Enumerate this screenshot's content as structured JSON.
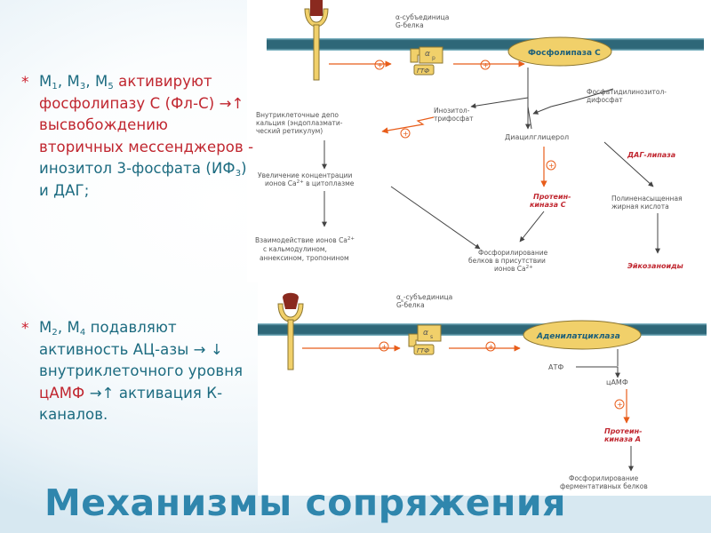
{
  "bullets": {
    "b1": {
      "m1": "M",
      "s1": "1",
      "sep1": ", M",
      "s3": "3",
      "sep2": ", M",
      "s5": "5",
      "text_a": " активируют фосфолипазу С (Фл-С) →↑ высвобождению вторичных мессенджеров - ",
      "text_b": "инозитол 3-фосфата (ИФ",
      "s_if": "3",
      "text_c": ") и ДАГ;"
    },
    "b2": {
      "m": "M",
      "s2": "2",
      "sep": ", M",
      "s4": "4",
      "text_a": " подавляют активность АЦ-азы → ↓ внутриклеточного уровня ",
      "camp": "цАМФ",
      "text_b": " →↑ активация К-каналов."
    }
  },
  "title": "Механизмы сопряжения",
  "diagram_top": {
    "alpha_label_1": "α-субъединица",
    "alpha_label_2": "G-белка",
    "alpha_sym": "α",
    "alpha_sub": "p",
    "gtf": "ГТФ",
    "plc": "Фосфолипаза С",
    "pip2_1": "Фосфатидилинозитол-",
    "pip2_2": "дифосфат",
    "ip3_1": "Инозитол-",
    "ip3_2": "трифосфат",
    "depot_1": "Внутриклеточные депо",
    "depot_2": "кальция (эндоплазмати-",
    "depot_3": "ческий ретикулум)",
    "dag": "Диацилглицерол",
    "dag_lipase": "ДАГ-липаза",
    "ca_inc_1": "Увеличение концентрации",
    "ca_inc_2": "ионов Ca",
    "ca_inc_sup": "2+",
    "ca_inc_3": " в цитоплазме",
    "pkc_1": "Протеин-",
    "pkc_2": "киназа С",
    "pufa_1": "Полиненасыщенная",
    "pufa_2": "жирная кислота",
    "inter_1": "Взаимодействие ионов Ca",
    "inter_sup": "2+",
    "inter_2": "с кальмодулином,",
    "inter_3": "аннексином, тропонином",
    "phos_1": "Фосфорилирование",
    "phos_2": "белков в присутствии",
    "phos_3": "ионов Ca",
    "phos_sup": "2+",
    "eico": "Эйкозаноиды"
  },
  "diagram_bottom": {
    "alpha_label_1": "α",
    "alpha_label_sub": "s",
    "alpha_label_1b": "-субъединица",
    "alpha_label_2": "G-белка",
    "alpha_sym": "α",
    "alpha_sub": "s",
    "gtf": "ГТФ",
    "ac": "Аденилатциклаза",
    "atf": "АТФ",
    "camp": "цАМФ",
    "pka_1": "Протеин-",
    "pka_2": "киназа А",
    "phos_1": "Фосфорилирование",
    "phos_2": "ферментативных белков"
  },
  "colors": {
    "membrane": "#2e6778",
    "membrane_edge": "#7db4c4",
    "receptor": "#f1d06a",
    "ligand": "#8a2a1f",
    "enzyme": "#f1d06a",
    "orange": "#e85d1a",
    "text_gray": "#6b6b6b",
    "title": "#2f86ad",
    "accent_red": "#c0262f"
  }
}
